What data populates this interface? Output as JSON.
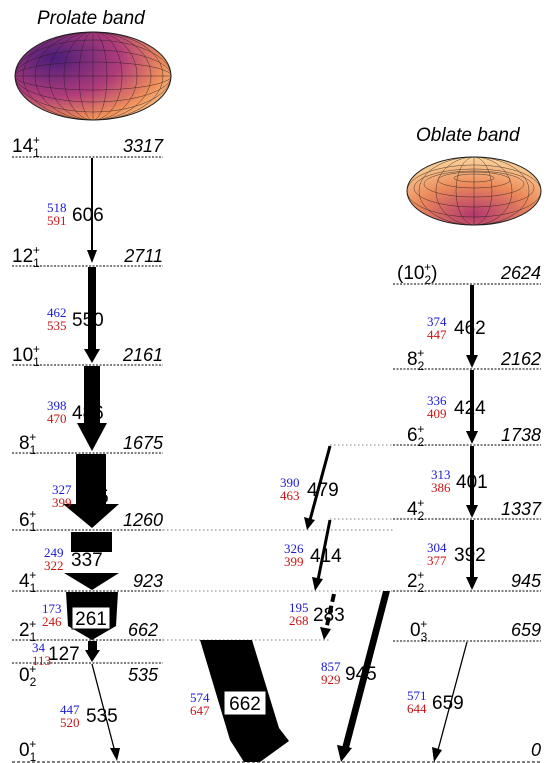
{
  "prolate": {
    "title": "Prolate band",
    "levels": [
      {
        "J": "14",
        "sub": "1",
        "sup": "+",
        "E": "3317"
      },
      {
        "J": "12",
        "sub": "1",
        "sup": "+",
        "E": "2711"
      },
      {
        "J": "10",
        "sub": "1",
        "sup": "+",
        "E": "2161"
      },
      {
        "J": "8",
        "sub": "1",
        "sup": "+",
        "E": "1675"
      },
      {
        "J": "6",
        "sub": "1",
        "sup": "+",
        "E": "1260"
      },
      {
        "J": "4",
        "sub": "1",
        "sup": "+",
        "E": "923"
      },
      {
        "J": "2",
        "sub": "1",
        "sup": "+",
        "E": "662"
      },
      {
        "J": "0",
        "sub": "2",
        "sup": "+",
        "E": "535"
      },
      {
        "J": "0",
        "sub": "1",
        "sup": "+",
        "E": "0"
      }
    ],
    "transitions": [
      {
        "E": "606",
        "blue": "518",
        "red": "591"
      },
      {
        "E": "550",
        "blue": "462",
        "red": "535"
      },
      {
        "E": "486",
        "blue": "398",
        "red": "470"
      },
      {
        "E": "415",
        "blue": "327",
        "red": "399"
      },
      {
        "E": "337",
        "blue": "249",
        "red": "322"
      },
      {
        "E": "261",
        "blue": "173",
        "red": "246"
      },
      {
        "E": "127",
        "blue": "34",
        "red": "113"
      },
      {
        "E": "535",
        "blue": "447",
        "red": "520"
      },
      {
        "E": "662",
        "blue": "574",
        "red": "647"
      }
    ]
  },
  "oblate": {
    "title": "Oblate band",
    "levels": [
      {
        "J": "(10",
        "sub": "2",
        "sup": "+",
        "close": ")",
        "E": "2624"
      },
      {
        "J": "8",
        "sub": "2",
        "sup": "+",
        "close": "",
        "E": "2162"
      },
      {
        "J": "6",
        "sub": "2",
        "sup": "+",
        "close": "",
        "E": "1738"
      },
      {
        "J": "4",
        "sub": "2",
        "sup": "+",
        "close": "",
        "E": "1337"
      },
      {
        "J": "2",
        "sub": "2",
        "sup": "+",
        "close": "",
        "E": "945"
      },
      {
        "J": "0",
        "sub": "3",
        "sup": "+",
        "close": "",
        "E": "659"
      }
    ],
    "transitions": [
      {
        "E": "462",
        "blue": "374",
        "red": "447"
      },
      {
        "E": "424",
        "blue": "336",
        "red": "409"
      },
      {
        "E": "401",
        "blue": "313",
        "red": "386"
      },
      {
        "E": "392",
        "blue": "304",
        "red": "377"
      },
      {
        "E": "659",
        "blue": "571",
        "red": "644"
      }
    ]
  },
  "cross": [
    {
      "E": "479",
      "blue": "390",
      "red": "463"
    },
    {
      "E": "414",
      "blue": "326",
      "red": "399"
    },
    {
      "E": "283",
      "blue": "195",
      "red": "268"
    },
    {
      "E": "945",
      "blue": "857",
      "red": "929"
    }
  ],
  "colors": {
    "line": "#000000",
    "blue": "#1a1ad6",
    "red": "#c81414",
    "dotted": "#555555"
  }
}
